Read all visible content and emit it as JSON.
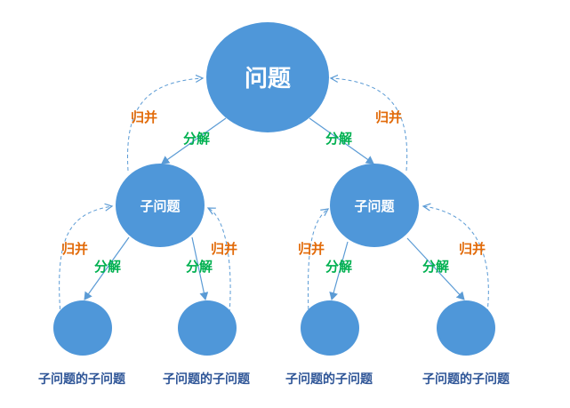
{
  "nodes": {
    "root": "问题",
    "left_child": "子问题",
    "right_child": "子问题",
    "leaf_captions": [
      "子问题的子问题",
      "子问题的子问题",
      "子问题的子问题",
      "子问题的子问题"
    ]
  },
  "edge_labels": {
    "decompose": "分解",
    "merge": "归并"
  },
  "colors": {
    "node_fill": "#4f97d9",
    "arrow": "#5b9bd5",
    "decompose_text": "#00b050",
    "merge_text": "#e26b0a",
    "caption_text": "#2e5597"
  }
}
